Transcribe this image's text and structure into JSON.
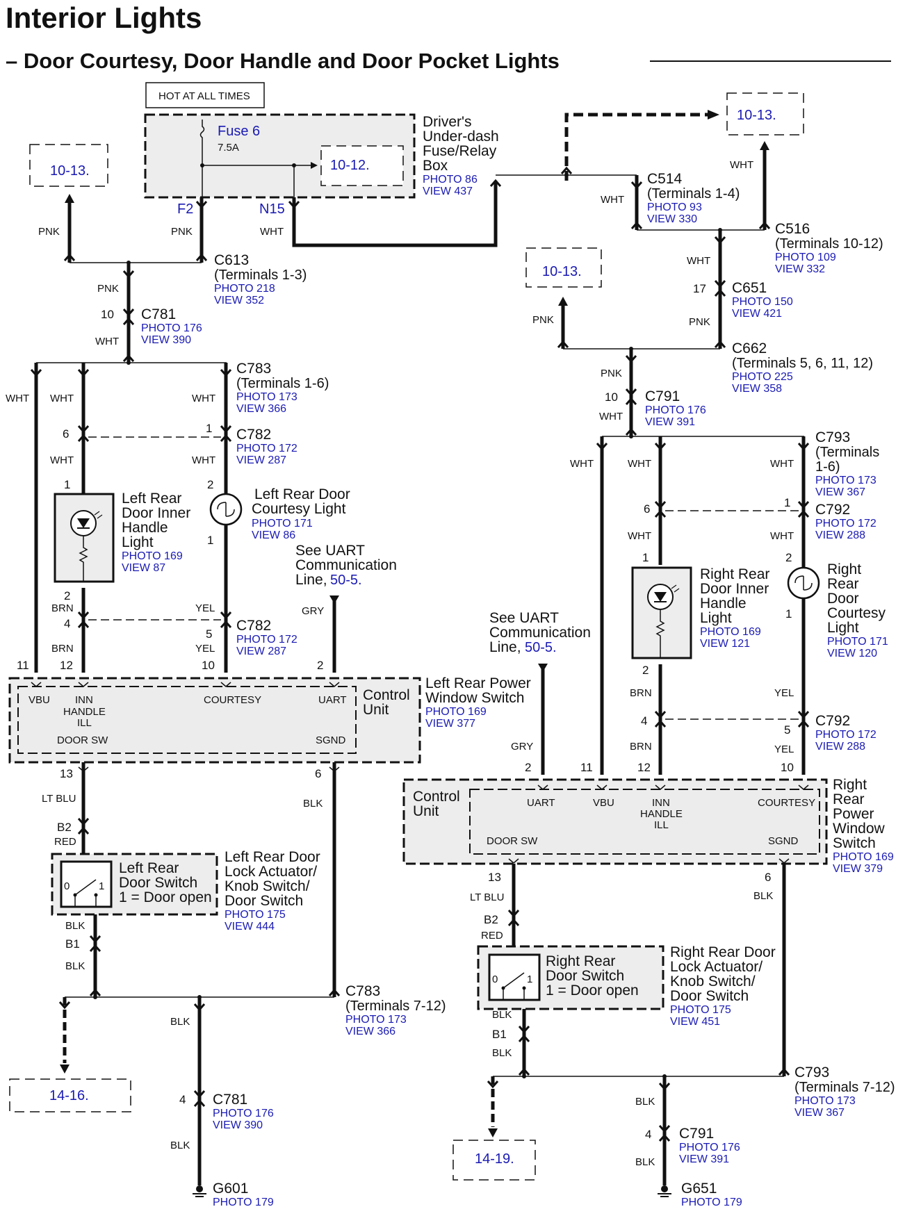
{
  "title": "Interior Lights",
  "subtitle": "– Door Courtesy, Door Handle and Door Pocket Lights",
  "hot_label": "HOT AT ALL TIMES",
  "fusebox": {
    "fuse": "Fuse 6",
    "amp": "7.5A",
    "ref": "10-12.",
    "name1": "Driver's",
    "name2": "Under-dash",
    "name3": "Fuse/Relay",
    "name4": "Box",
    "photo": "PHOTO 86",
    "view": "VIEW 437",
    "f2": "F2",
    "n15": "N15"
  },
  "refs": {
    "r1013": "10-13.",
    "r1416": "14-16.",
    "r1419": "14-19."
  },
  "wires": {
    "pnk": "PNK",
    "wht": "WHT",
    "yel": "YEL",
    "brn": "BRN",
    "gry": "GRY",
    "ltblu": "LT BLU",
    "red": "RED",
    "blk": "BLK"
  },
  "connectors": {
    "c613": "C613",
    "c613_t": "(Terminals 1-3)",
    "c613_p": "PHOTO 218",
    "c613_v": "VIEW 352",
    "c781": "C781",
    "c781_p": "PHOTO 176",
    "c781_v": "VIEW 390",
    "c783": "C783",
    "c783_t": "(Terminals 1-6)",
    "c783_p": "PHOTO 173",
    "c783_v": "VIEW 366",
    "c782": "C782",
    "c782_p": "PHOTO 172",
    "c782_v": "VIEW 287",
    "c783b_t": "(Terminals 7-12)",
    "c514": "C514",
    "c514_t": "(Terminals 1-4)",
    "c514_p": "PHOTO 93",
    "c514_v": "VIEW 330",
    "c516": "C516",
    "c516_t": "(Terminals 10-12)",
    "c516_p": "PHOTO 109",
    "c516_v": "VIEW 332",
    "c651": "C651",
    "c651_p": "PHOTO 150",
    "c651_v": "VIEW 421",
    "c662": "C662",
    "c662_t": "(Terminals 5, 6, 11, 12)",
    "c662_p": "PHOTO 225",
    "c662_v": "VIEW 358",
    "c791": "C791",
    "c791_p": "PHOTO 176",
    "c791_v": "VIEW 391",
    "c793": "C793",
    "c793_t1": "(Terminals",
    "c793_t2": "1-6)",
    "c793_p": "PHOTO 173",
    "c793_v": "VIEW 367",
    "c793b_t": "(Terminals 7-12)",
    "c792": "C792",
    "c792_p": "PHOTO 172",
    "c792_v": "VIEW 288",
    "g601": "G601",
    "g601_p": "PHOTO 179",
    "g651": "G651",
    "g651_p": "PHOTO 179"
  },
  "left": {
    "handle1": "Left Rear",
    "handle2": "Door Inner",
    "handle3": "Handle",
    "handle4": "Light",
    "handle_p": "PHOTO 169",
    "handle_v": "VIEW 87",
    "courtesy1": "Left Rear Door",
    "courtesy2": "Courtesy Light",
    "courtesy_p": "PHOTO 171",
    "courtesy_v": "VIEW 86",
    "uart1": "See UART",
    "uart2": "Communication",
    "uart3": "Line,",
    "uart_ref": "50-5.",
    "cu": "Control",
    "cu2": "Unit",
    "sw1": "Left Rear Power",
    "sw2": "Window Switch",
    "sw_p": "PHOTO 169",
    "sw_v": "VIEW 377",
    "vbu": "VBU",
    "inn1": "INN",
    "inn2": "HANDLE",
    "inn3": "ILL",
    "courtesy_pin": "COURTESY",
    "uart_pin": "UART",
    "doorsw": "DOOR SW",
    "sgnd": "SGND",
    "ds1": "Left Rear",
    "ds2": "Door Switch",
    "ds3": "1 = Door open",
    "act1": "Left Rear Door",
    "act2": "Lock Actuator/",
    "act3": "Knob Switch/",
    "act4": "Door Switch",
    "act_p": "PHOTO 175",
    "act_v": "VIEW 444"
  },
  "right": {
    "handle1": "Right Rear",
    "handle2": "Door Inner",
    "handle3": "Handle",
    "handle4": "Light",
    "handle_p": "PHOTO 169",
    "handle_v": "VIEW 121",
    "courtesy1": "Right",
    "courtesy2": "Rear",
    "courtesy3": "Door",
    "courtesy4": "Courtesy",
    "courtesy5": "Light",
    "courtesy_p": "PHOTO 171",
    "courtesy_v": "VIEW 120",
    "uart1": "See UART",
    "uart2": "Communication",
    "uart3": "Line,",
    "uart_ref": "50-5.",
    "cu": "Control",
    "cu2": "Unit",
    "sw1": "Right",
    "sw2": "Rear",
    "sw3": "Power",
    "sw4": "Window",
    "sw5": "Switch",
    "sw_p": "PHOTO 169",
    "sw_v": "VIEW 379",
    "ds1": "Right Rear",
    "ds2": "Door Switch",
    "ds3": "1 = Door open",
    "act1": "Right Rear Door",
    "act2": "Lock Actuator/",
    "act3": "Knob Switch/",
    "act4": "Door Switch",
    "act_p": "PHOTO 175",
    "act_v": "VIEW 451"
  },
  "pins": {
    "p1": "1",
    "p2": "2",
    "p4": "4",
    "p5": "5",
    "p6": "6",
    "p10": "10",
    "p11": "11",
    "p12": "12",
    "p13": "13",
    "p17": "17",
    "b1": "B1",
    "b2": "B2",
    "zero": "0"
  }
}
